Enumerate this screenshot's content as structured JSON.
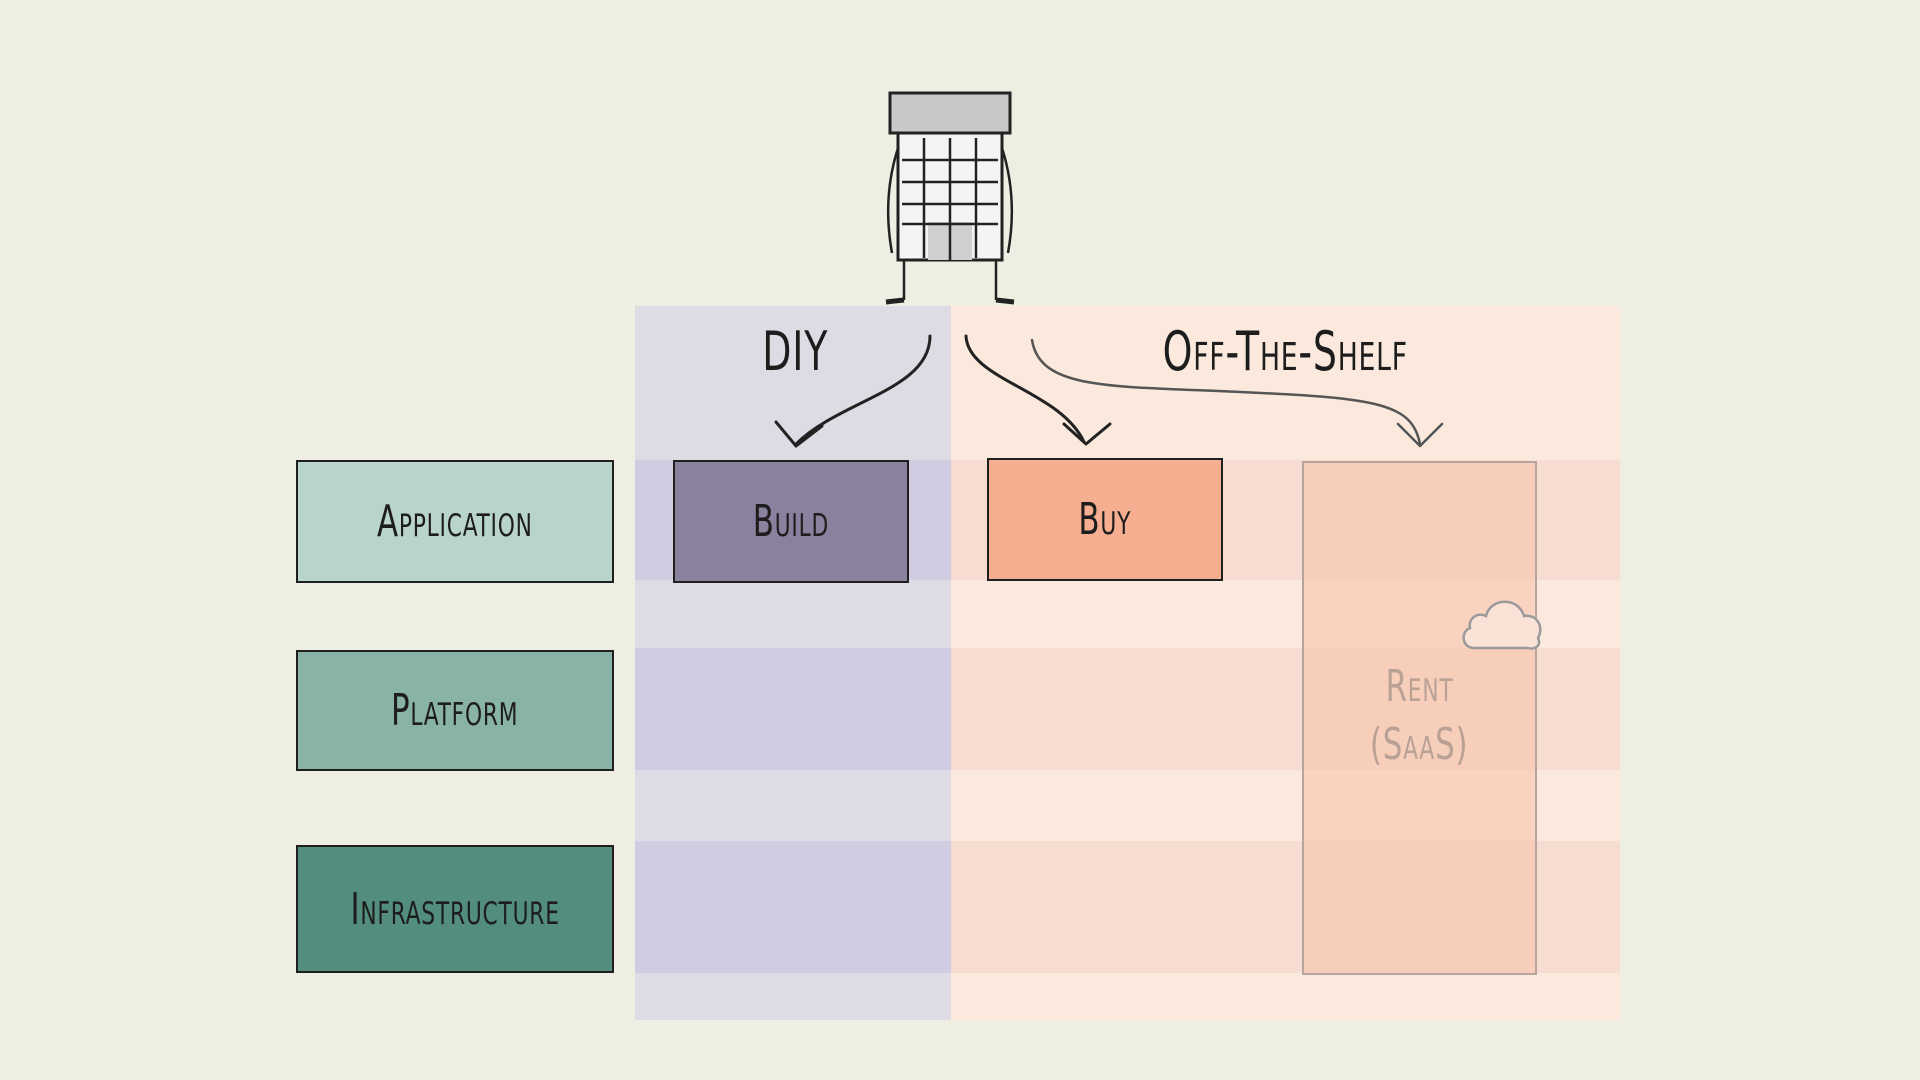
{
  "columns": {
    "diy": {
      "heading": "DIY",
      "color": "#dedbe4"
    },
    "off_the_shelf": {
      "heading": "Off-The-Shelf",
      "color": "#fce9de"
    }
  },
  "layers": [
    {
      "label": "Application",
      "color": "#b8d4cb"
    },
    {
      "label": "Platform",
      "color": "#88b3a6"
    },
    {
      "label": "Infrastructure",
      "color": "#528d7d"
    }
  ],
  "options": {
    "build": {
      "label": "Build",
      "color": "#8a819f"
    },
    "buy": {
      "label": "Buy",
      "color": "#f6ae90"
    },
    "rent": {
      "label_line1": "Rent",
      "label_line2": "(SaaS)",
      "color": "#f6c1a8"
    }
  },
  "icons": [
    "building-icon",
    "cloud-icon"
  ]
}
